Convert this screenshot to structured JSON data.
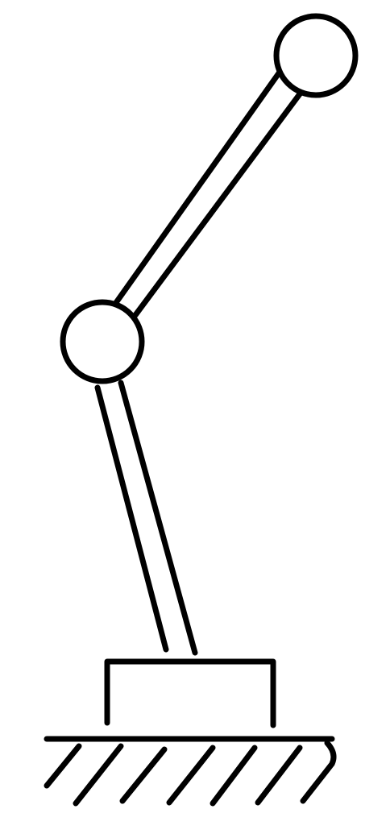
{
  "diagram": {
    "subject": "robot-arm-sketch",
    "parts": [
      "ground",
      "base",
      "lower-link",
      "elbow-joint",
      "upper-link",
      "end-joint"
    ],
    "colors": {
      "stroke": "#000000",
      "joint_fill": "#ffffff",
      "background": "#ffffff"
    }
  }
}
